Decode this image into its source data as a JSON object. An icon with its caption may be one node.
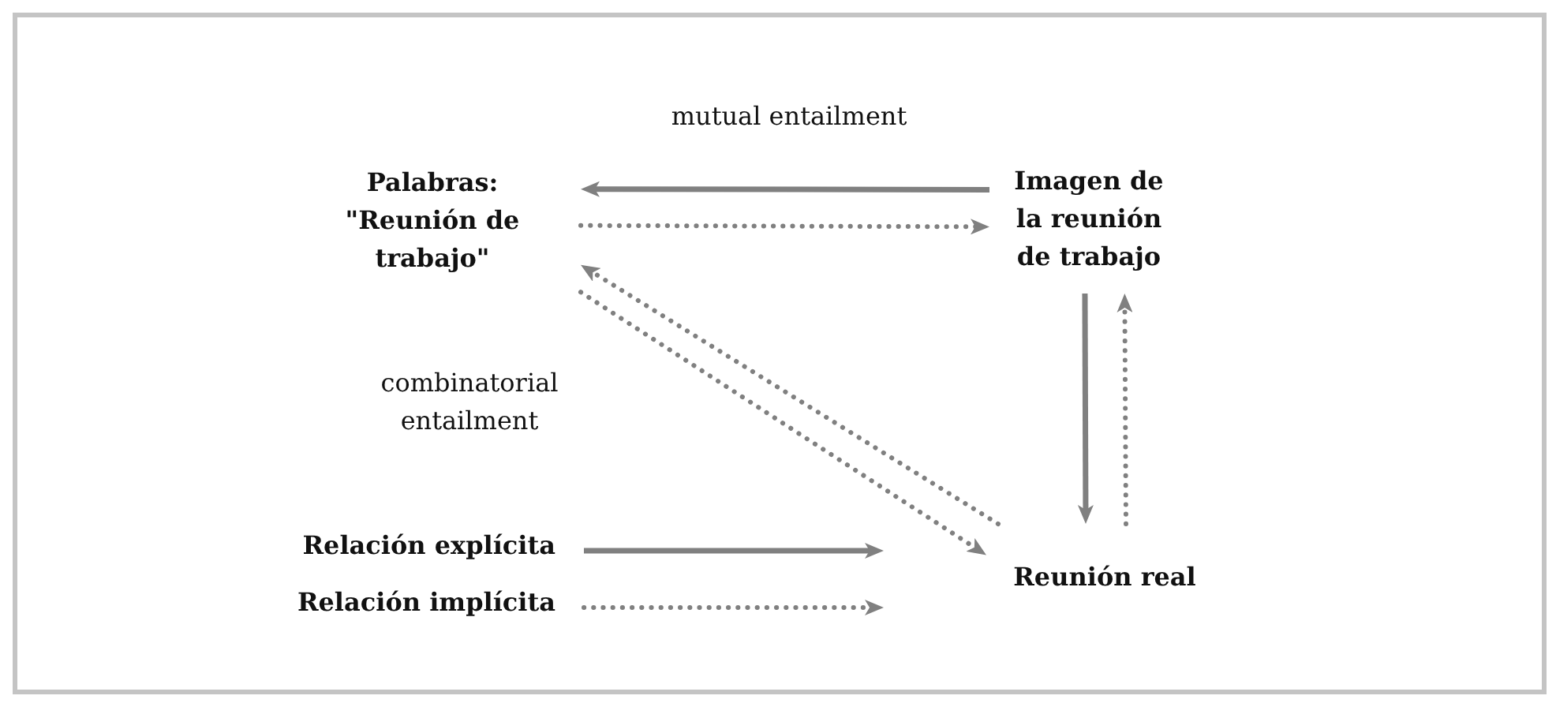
{
  "diagram": {
    "nodes": [
      {
        "text": [
          "Palabras: \"Reunión de trabajo\""
        ]
      },
      {
        "text": [
          "Imagen de la reunión de trabajo"
        ]
      },
      {
        "text": [
          "Reunión real"
        ]
      }
    ],
    "edges": [
      {
        "from": 1,
        "to": 0,
        "arrow": "to"
      },
      {
        "from": 0,
        "to": 1,
        "arrow": "to",
        "style": "dashed"
      },
      {
        "from": 2,
        "to": 0,
        "arrow": "to",
        "style": "dashed"
      },
      {
        "from": 0,
        "to": 2,
        "arrow": "to",
        "style": "dashed"
      },
      {
        "from": 1,
        "to": 2,
        "arrow": "to"
      },
      {
        "from": 2,
        "to": 1,
        "arrow": "to",
        "style": "dashed"
      }
    ],
    "labels": [
      "mutual entailment",
      "combinatorial entailment"
    ],
    "legend": [
      {
        "text": "Relación explícita"
      },
      {
        "text": "Relación implícita"
      }
    ]
  }
}
